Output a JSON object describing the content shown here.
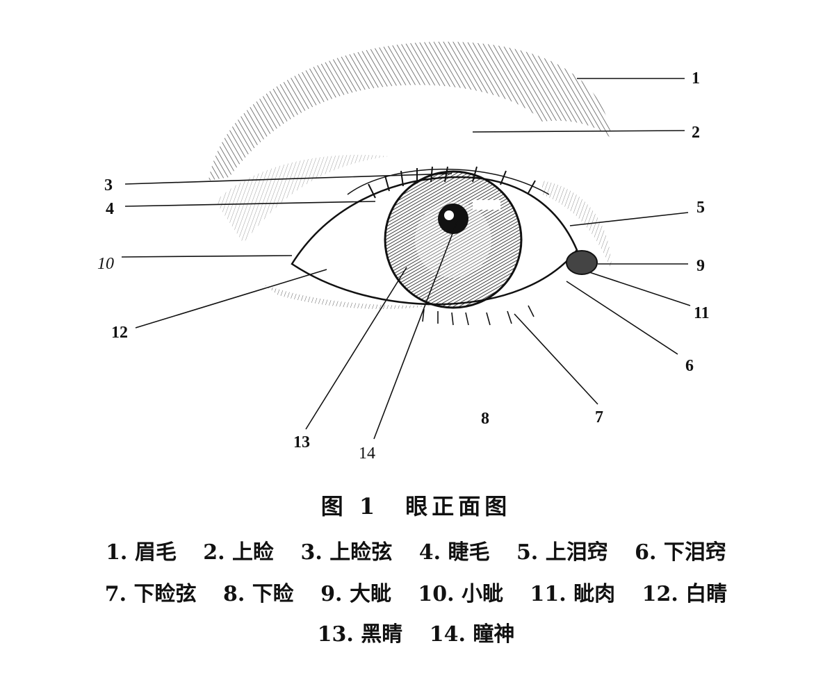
{
  "figure": {
    "caption": "图 1　眼正面图",
    "callouts": [
      "1",
      "2",
      "3",
      "4",
      "5",
      "6",
      "7",
      "8",
      "9",
      "10",
      "11",
      "12",
      "13",
      "14"
    ],
    "legend_rows": [
      [
        "1. 眉毛",
        "2. 上睑",
        "3. 上睑弦",
        "4. 睫毛",
        "5. 上泪窍",
        "6. 下泪窍"
      ],
      [
        "7. 下睑弦",
        "8. 下睑",
        "9. 大眦",
        "10. 小眦",
        "11. 眦肉",
        "12. 白睛"
      ],
      [
        "13. 黑睛",
        "14. 瞳神"
      ]
    ]
  }
}
